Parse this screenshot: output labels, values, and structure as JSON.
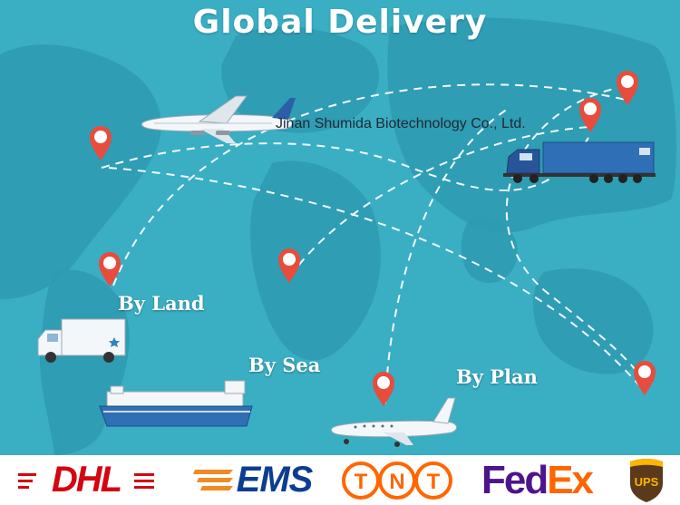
{
  "title": "Global Delivery",
  "company": "Jinan Shumida Biotechnology Co., Ltd.",
  "transport_labels": {
    "land": "By Land",
    "sea": "By Sea",
    "plane": "By Plan"
  },
  "carriers": {
    "dhl": "DHL",
    "ems": "EMS",
    "tnt": "TNT",
    "fedex_fe": "Fed",
    "fedex_ex": "Ex",
    "ups": "UPS"
  },
  "colors": {
    "ocean": "#3aaec3",
    "land": "#2a8ea3",
    "pin": "#e84c3d",
    "dhl_red": "#d40511",
    "ems_blue": "#0b3d91",
    "tnt_orange": "#ff6600",
    "fedex_purple": "#4d148c",
    "fedex_orange": "#ff6600",
    "ups_brown": "#5a3a1a",
    "ups_gold": "#ffb500"
  }
}
